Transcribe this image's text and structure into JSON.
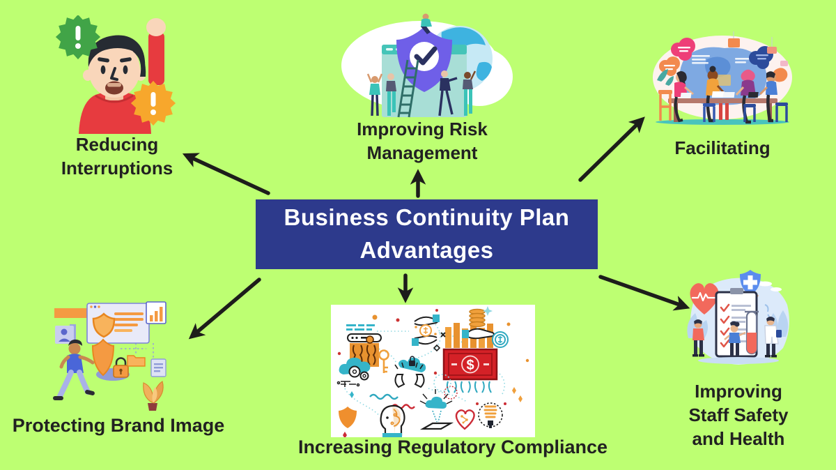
{
  "canvas": {
    "background_color": "#bdff72",
    "arrow_color": "#1d1d1b",
    "label_color": "#212121"
  },
  "center": {
    "box_color": "#2d3a8c",
    "text_color": "#ffffff",
    "lines": [
      "Business Continuity Plan",
      "Advantages"
    ]
  },
  "branches": [
    {
      "id": "reducing-interruptions",
      "label": "Reducing Interruptions",
      "lines": [
        "Reducing",
        "Interruptions"
      ],
      "illustration": "frustrated-man-warning-illustration",
      "colors": {
        "shirt_red": "#e73b3f",
        "badge_green": "#41a447",
        "badge_orange": "#f7a72c"
      }
    },
    {
      "id": "improving-risk-management",
      "label": "Improving Risk Management",
      "lines": [
        "Improving Risk",
        "Management"
      ],
      "illustration": "shield-check-globe-team-illustration",
      "colors": {
        "shield_purple": "#6f5fe8",
        "teal": "#45c4b8",
        "globe_blue": "#3eb3e0"
      }
    },
    {
      "id": "facilitating",
      "label": "Facilitating",
      "lines": [
        "Facilitating"
      ],
      "illustration": "team-meeting-table-illustration",
      "colors": {
        "map_blue": "#7ea9e2",
        "pink": "#ee3f78",
        "orange": "#f28a4e",
        "navy": "#2c4b9b"
      }
    },
    {
      "id": "protecting-brand-image",
      "label": "Protecting Brand Image",
      "lines": [
        "Protecting Brand Image"
      ],
      "illustration": "walking-man-shield-lock-illustration",
      "colors": {
        "orange": "#f49a42",
        "lavender": "#e9eaf8",
        "shirt_blue": "#4a66d8"
      }
    },
    {
      "id": "increasing-regulatory-compliance",
      "label": "Increasing Regulatory Compliance",
      "lines": [
        "Increasing Regulatory Compliance"
      ],
      "illustration": "compliance-money-lineart-illustration",
      "bill_symbol": "$",
      "colors": {
        "bill_red": "#d42127",
        "teal": "#35b4c9",
        "orange": "#f09d3a"
      }
    },
    {
      "id": "improving-staff-safety-and-health",
      "label": "Improving Staff Safety and Health",
      "lines": [
        "Improving",
        "Staff Safety",
        "and Health"
      ],
      "illustration": "health-checklist-heart-illustration",
      "colors": {
        "heart_red": "#f26a5e",
        "shield_blue": "#5b8dee",
        "bg_blue": "#dceafa"
      }
    }
  ]
}
